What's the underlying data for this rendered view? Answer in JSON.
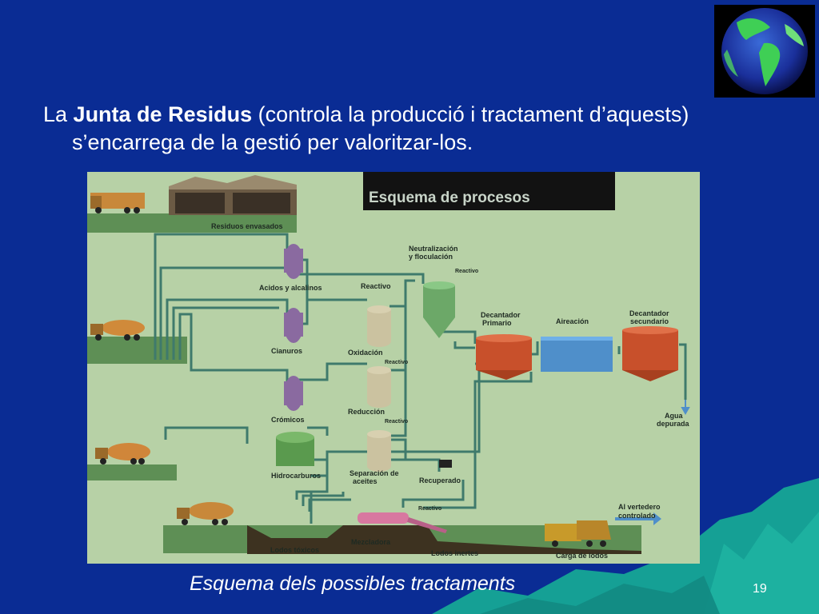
{
  "slide": {
    "body_prefix": "La ",
    "body_bold": "Junta de Residus",
    "body_rest": " (controla la producció i tractament d’aquests)",
    "body_line2": "s’encarrega de la gestió per valoritzar-los.",
    "caption": "Esquema dels possibles tractaments",
    "page_number": "19"
  },
  "diagram": {
    "title": "Esquema de procesos",
    "labels": {
      "residuos_envasados": "Residuos envasados",
      "acidos": "Acidos y alcalinos",
      "reactivo_top": "Reactivo",
      "neutralizacion": "Neutralización",
      "floculacion": "y floculación",
      "reactivo_neutral": "Reactivo",
      "cianuros": "Cianuros",
      "oxidacion": "Oxidación",
      "reactivo_oxid": "Reactivo",
      "cromicos": "Crómicos",
      "reduccion": "Reducción",
      "reactivo_red": "Reactivo",
      "hidrocarburos": "Hidrocarburos",
      "separacion1": "Separación de",
      "separacion2": "aceites",
      "recuperado": "Recuperado",
      "decantador_primario1": "Decantador",
      "decantador_primario2": "Primario",
      "aireacion": "Aireación",
      "decantador_secundario1": "Decantador",
      "decantador_secundario2": "secundario",
      "agua1": "Agua",
      "agua2": "depurada",
      "reactivo_mez": "Reactivo",
      "vertedero1": "Al vertedero",
      "vertedero2": "controlado",
      "lodos_toxicos": "Lodos tóxicos",
      "mezcladora": "Mezcladora",
      "lodos_inertes": "Lodos inertes",
      "carga_lodos": "Carga de lodos"
    }
  },
  "colors": {
    "background": "#0a2c94",
    "diagram_bg": "#b7d1a6",
    "pipe": "#3f7a6c",
    "tank_red": "#c8502b",
    "tank_blue": "#4f8fca",
    "mountain": "#15a095"
  },
  "icons": {
    "globe": "earth-globe-icon"
  }
}
